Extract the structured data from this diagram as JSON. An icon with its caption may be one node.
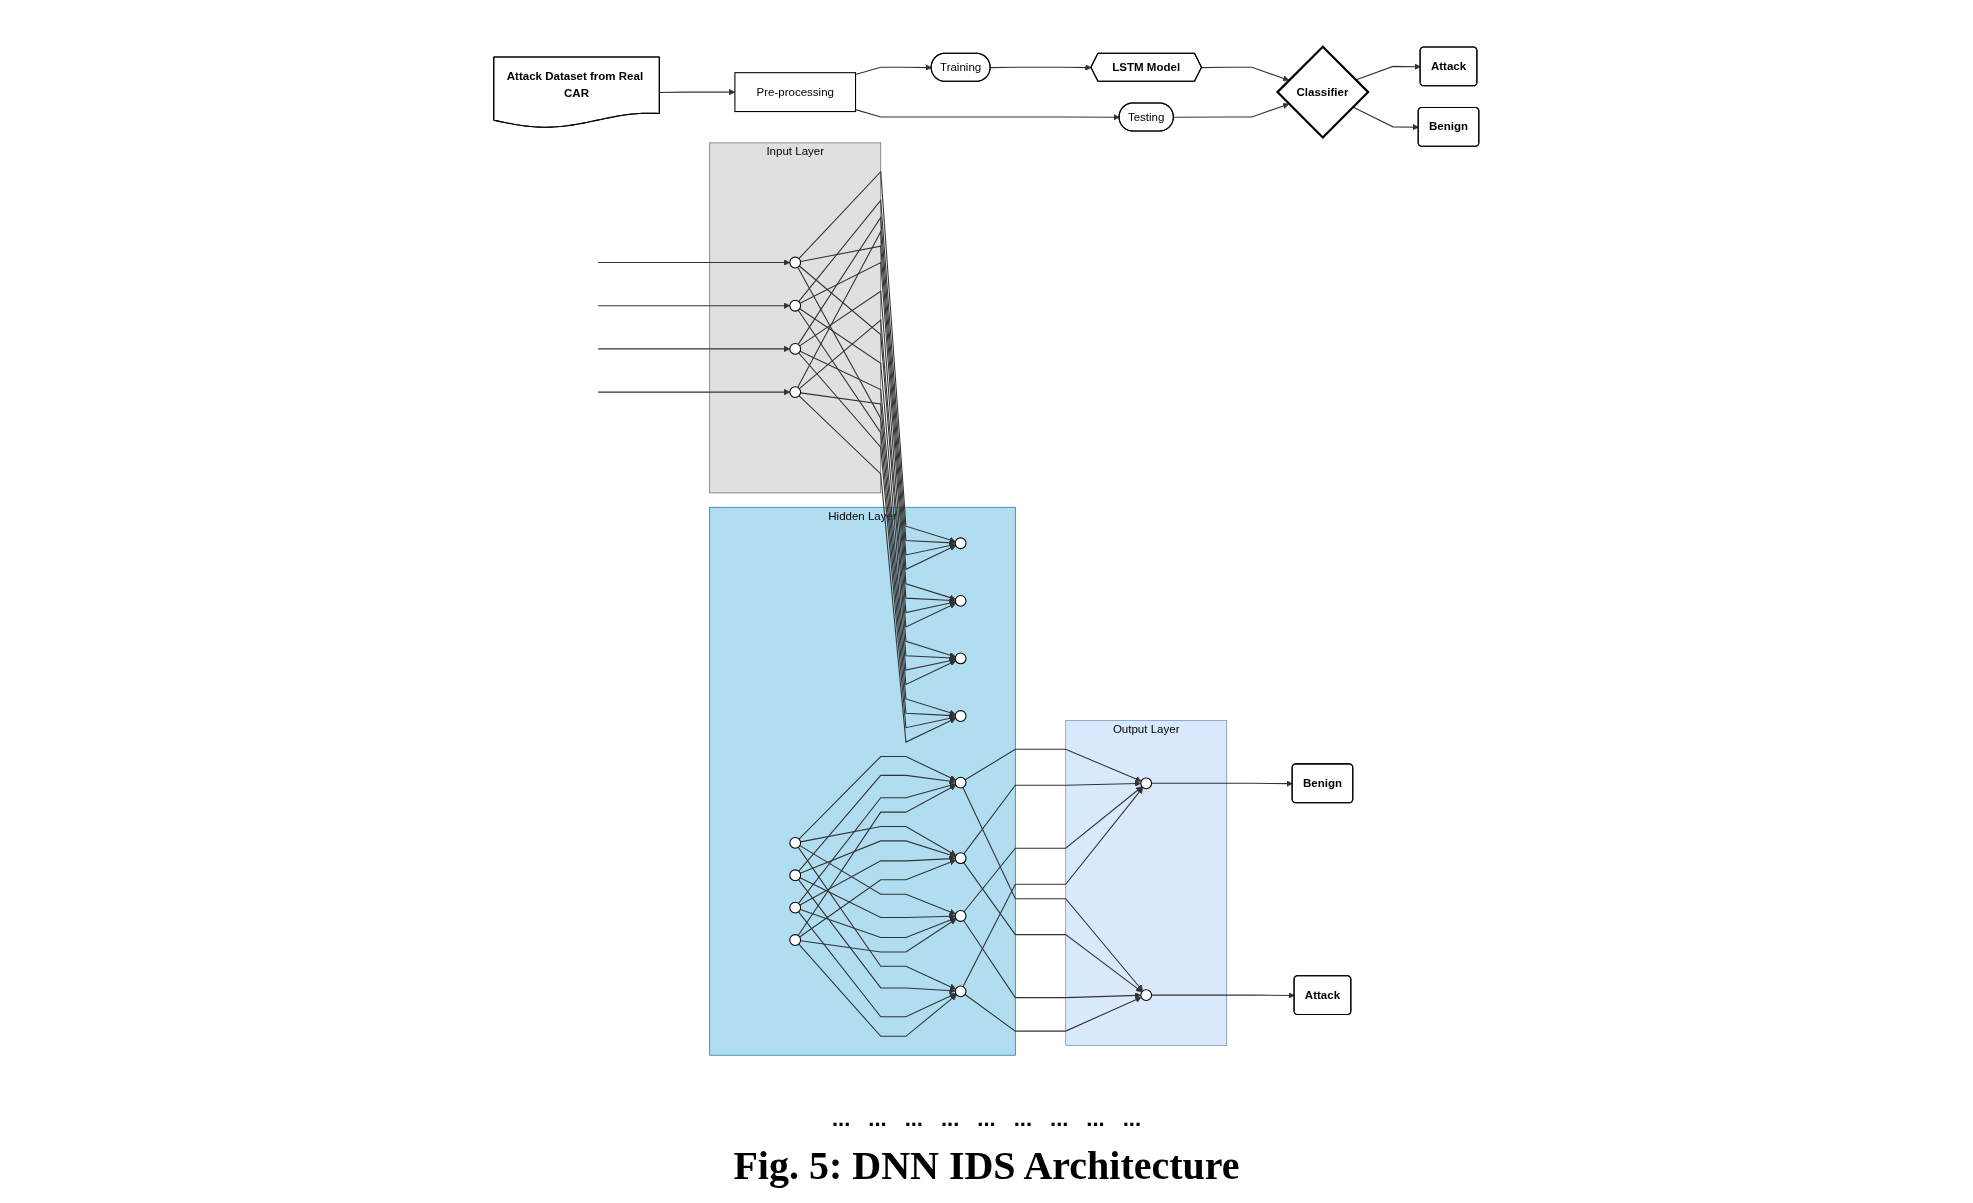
{
  "diagram": {
    "caption": "Fig. 5: DNN IDS Architecture",
    "nodes": [
      {
        "text": [
          "Attack Dataset from Real CAR"
        ]
      },
      {
        "text": [
          "Pre-processing"
        ]
      },
      {
        "text": [
          "Training"
        ]
      },
      {
        "text": [
          "Testing"
        ]
      },
      {
        "text": [
          "LSTM Model"
        ]
      },
      {
        "text": [
          "Classifier"
        ]
      },
      {
        "text": [
          "Attack"
        ]
      },
      {
        "text": [
          "Benign"
        ]
      },
      {
        "text": [
          "Input Layer"
        ]
      },
      {
        "text": [],
        "shape": "circle",
        "in": 8
      },
      {
        "text": [],
        "shape": "circle",
        "in": 8
      },
      {
        "text": [],
        "shape": "circle",
        "in": 8
      },
      {
        "text": [],
        "shape": "circle",
        "in": 8
      },
      {
        "text": [
          "Hidden Layer"
        ]
      },
      {
        "text": [],
        "shape": "circle",
        "in": 13
      },
      {
        "text": [],
        "shape": "circle",
        "in": 13
      },
      {
        "text": [],
        "shape": "circle",
        "in": 13
      },
      {
        "text": [],
        "shape": "circle",
        "in": 13
      },
      {
        "text": [],
        "shape": "circle",
        "in": 13
      },
      {
        "text": [],
        "shape": "circle",
        "in": 13
      },
      {
        "text": [],
        "shape": "circle",
        "in": 13
      },
      {
        "text": [],
        "shape": "circle",
        "in": 13
      },
      {
        "text": [],
        "shape": "circle",
        "in": 13
      },
      {
        "text": [],
        "shape": "circle",
        "in": 13
      },
      {
        "text": [],
        "shape": "circle",
        "in": 13
      },
      {
        "text": [],
        "shape": "circle",
        "in": 13
      },
      {
        "text": [
          "Output Layer"
        ]
      },
      {
        "text": [],
        "shape": "circle",
        "in": 26
      },
      {
        "text": [],
        "shape": "circle",
        "in": 26
      },
      {
        "text": [
          "Benign"
        ]
      },
      {
        "text": [
          "Attack"
        ]
      }
    ],
    "edges": [
      {
        "from": 0,
        "to": 1,
        "arrow": "to"
      },
      {
        "from": 1,
        "to": 2,
        "arrow": "to"
      },
      {
        "from": 1,
        "to": 3,
        "arrow": "to"
      },
      {
        "from": 2,
        "to": 4,
        "arrow": "to"
      },
      {
        "from": 4,
        "to": 5,
        "arrow": "to"
      },
      {
        "from": 3,
        "to": 5,
        "arrow": "to"
      },
      {
        "from": 5,
        "to": 6,
        "arrow": "to"
      },
      {
        "from": 5,
        "to": 7,
        "arrow": "to"
      },
      {
        "from": null,
        "to": 9,
        "arrow": "to"
      },
      {
        "from": null,
        "to": 10,
        "arrow": "to"
      },
      {
        "from": null,
        "to": 11,
        "arrow": "to"
      },
      {
        "from": null,
        "to": 12,
        "arrow": "to"
      },
      {
        "from": 9,
        "to": 14,
        "arrow": "to"
      },
      {
        "from": 9,
        "to": 15,
        "arrow": "to"
      },
      {
        "from": 9,
        "to": 16,
        "arrow": "to"
      },
      {
        "from": 9,
        "to": 17,
        "arrow": "to"
      },
      {
        "from": 10,
        "to": 14,
        "arrow": "to"
      },
      {
        "from": 10,
        "to": 15,
        "arrow": "to"
      },
      {
        "from": 10,
        "to": 16,
        "arrow": "to"
      },
      {
        "from": 10,
        "to": 17,
        "arrow": "to"
      },
      {
        "from": 11,
        "to": 14,
        "arrow": "to"
      },
      {
        "from": 11,
        "to": 15,
        "arrow": "to"
      },
      {
        "from": 11,
        "to": 16,
        "arrow": "to"
      },
      {
        "from": 11,
        "to": 17,
        "arrow": "to"
      },
      {
        "from": 12,
        "to": 14,
        "arrow": "to"
      },
      {
        "from": 12,
        "to": 15,
        "arrow": "to"
      },
      {
        "from": 12,
        "to": 16,
        "arrow": "to"
      },
      {
        "from": 12,
        "to": 17,
        "arrow": "to"
      },
      {
        "from": 18,
        "to": 22,
        "arrow": "to"
      },
      {
        "from": 18,
        "to": 23,
        "arrow": "to"
      },
      {
        "from": 18,
        "to": 24,
        "arrow": "to"
      },
      {
        "from": 18,
        "to": 25,
        "arrow": "to"
      },
      {
        "from": 19,
        "to": 22,
        "arrow": "to"
      },
      {
        "from": 19,
        "to": 23,
        "arrow": "to"
      },
      {
        "from": 19,
        "to": 24,
        "arrow": "to"
      },
      {
        "from": 19,
        "to": 25,
        "arrow": "to"
      },
      {
        "from": 20,
        "to": 22,
        "arrow": "to"
      },
      {
        "from": 20,
        "to": 23,
        "arrow": "to"
      },
      {
        "from": 20,
        "to": 24,
        "arrow": "to"
      },
      {
        "from": 20,
        "to": 25,
        "arrow": "to"
      },
      {
        "from": 21,
        "to": 22,
        "arrow": "to"
      },
      {
        "from": 21,
        "to": 23,
        "arrow": "to"
      },
      {
        "from": 21,
        "to": 24,
        "arrow": "to"
      },
      {
        "from": 21,
        "to": 25,
        "arrow": "to"
      },
      {
        "from": 22,
        "to": 27,
        "arrow": "to"
      },
      {
        "from": 22,
        "to": 28,
        "arrow": "to"
      },
      {
        "from": 23,
        "to": 27,
        "arrow": "to"
      },
      {
        "from": 23,
        "to": 28,
        "arrow": "to"
      },
      {
        "from": 24,
        "to": 27,
        "arrow": "to"
      },
      {
        "from": 24,
        "to": 28,
        "arrow": "to"
      },
      {
        "from": 25,
        "to": 27,
        "arrow": "to"
      },
      {
        "from": 25,
        "to": 28,
        "arrow": "to"
      },
      {
        "from": 27,
        "to": 29,
        "arrow": "to"
      },
      {
        "from": 28,
        "to": 30,
        "arrow": "to"
      }
    ],
    "labels": [
      "...",
      "...",
      "...",
      "...",
      "...",
      "...",
      "...",
      "...",
      "..."
    ]
  }
}
